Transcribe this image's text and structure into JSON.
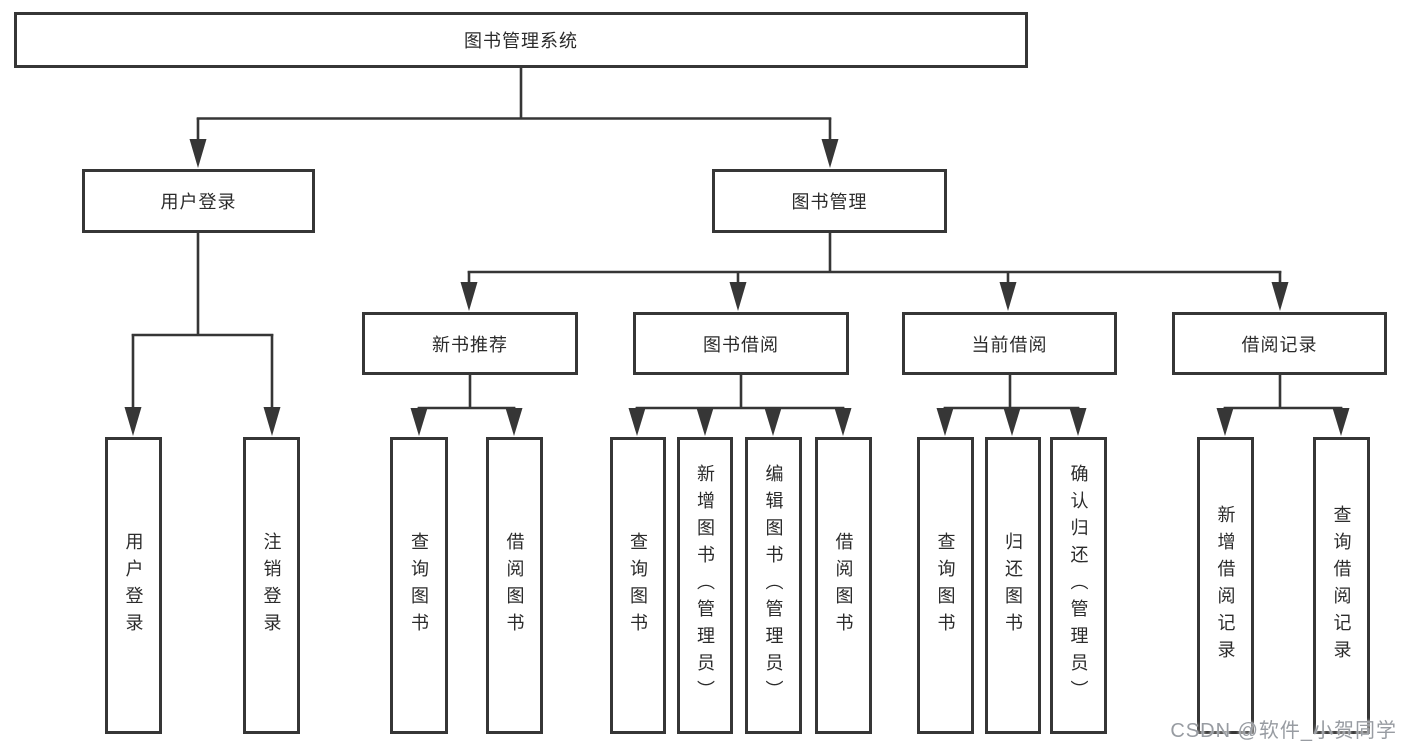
{
  "diagram_title": "图书管理系统",
  "tree": {
    "label": "图书管理系统",
    "children": [
      {
        "label": "用户登录",
        "children": [
          {
            "label": "用户登录"
          },
          {
            "label": "注销登录"
          }
        ]
      },
      {
        "label": "图书管理",
        "children": [
          {
            "label": "新书推荐",
            "children": [
              {
                "label": "查询图书"
              },
              {
                "label": "借阅图书"
              }
            ]
          },
          {
            "label": "图书借阅",
            "children": [
              {
                "label": "查询图书"
              },
              {
                "label": "新增图书（管理员）"
              },
              {
                "label": "编辑图书（管理员）"
              },
              {
                "label": "借阅图书"
              }
            ]
          },
          {
            "label": "当前借阅",
            "children": [
              {
                "label": "查询图书"
              },
              {
                "label": "归还图书"
              },
              {
                "label": "确认归还（管理员）"
              }
            ]
          },
          {
            "label": "借阅记录",
            "children": [
              {
                "label": "新增借阅记录"
              },
              {
                "label": "查询借阅记录"
              }
            ]
          }
        ]
      }
    ]
  },
  "watermark": {
    "text": "CSDN @软件_小贺同学"
  },
  "colors": {
    "line": "#363636",
    "box_border": "#363636",
    "text": "#2b2b2b",
    "background": "#ffffff",
    "watermark_text": "#989ca2"
  }
}
